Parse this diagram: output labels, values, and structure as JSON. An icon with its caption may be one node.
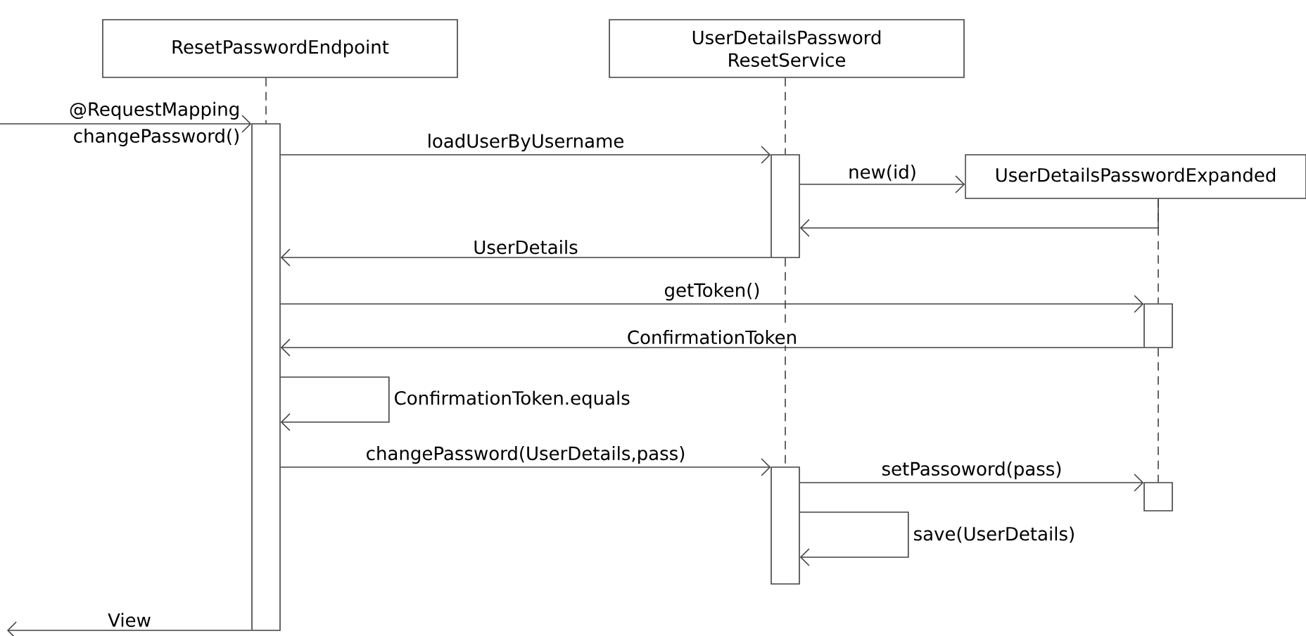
{
  "diagram": {
    "nodes": [
      {
        "text": [
          "ResetPasswordEndpoint"
        ]
      },
      {
        "text": [
          "UserDetailsPassword ResetService"
        ]
      },
      {
        "text": [
          "UserDetailsPasswordExpanded"
        ]
      },
      {
        "text": [],
        "shape": "bar"
      },
      {
        "text": [],
        "shape": "bar"
      },
      {
        "text": [],
        "shape": "bar"
      },
      {
        "text": [],
        "shape": "bar"
      },
      {
        "text": [],
        "shape": "bar"
      }
    ],
    "edges": [
      {
        "from": null,
        "to": 3,
        "arrow": "to",
        "label": "@RequestMapping changePassword()"
      },
      {
        "from": 3,
        "to": 4,
        "arrow": "to",
        "label": "loadUserByUsername"
      },
      {
        "from": 4,
        "to": 2,
        "arrow": "to",
        "label": "new(id)"
      },
      {
        "from": 2,
        "to": 4,
        "arrow": "to"
      },
      {
        "from": 4,
        "to": 3,
        "arrow": "to",
        "label": "UserDetails"
      },
      {
        "from": 3,
        "to": 5,
        "arrow": "to",
        "label": "getToken()"
      },
      {
        "from": 5,
        "to": 3,
        "arrow": "to",
        "label": "ConfirmationToken"
      },
      {
        "from": 3,
        "to": 3,
        "arrow": "to",
        "label": "ConfirmationToken.equals"
      },
      {
        "from": 3,
        "to": 6,
        "arrow": "to",
        "label": "changePassword(UserDetails,pass)"
      },
      {
        "from": 6,
        "to": 7,
        "arrow": "to",
        "label": "setPassoword(pass)"
      },
      {
        "from": 6,
        "to": 6,
        "arrow": "to",
        "label": "save(UserDetails)"
      },
      {
        "from": 3,
        "to": null,
        "arrow": "to",
        "label": "View"
      },
      {
        "from": 0,
        "to": 3,
        "arrow": "none",
        "style": "dashed"
      },
      {
        "from": 1,
        "to": 4,
        "arrow": "none",
        "style": "dashed"
      },
      {
        "from": 4,
        "to": 6,
        "arrow": "none",
        "style": "dashed"
      },
      {
        "from": 2,
        "to": 5,
        "arrow": "none",
        "style": "dashed"
      },
      {
        "from": 5,
        "to": 7,
        "arrow": "none",
        "style": "dashed"
      }
    ]
  }
}
